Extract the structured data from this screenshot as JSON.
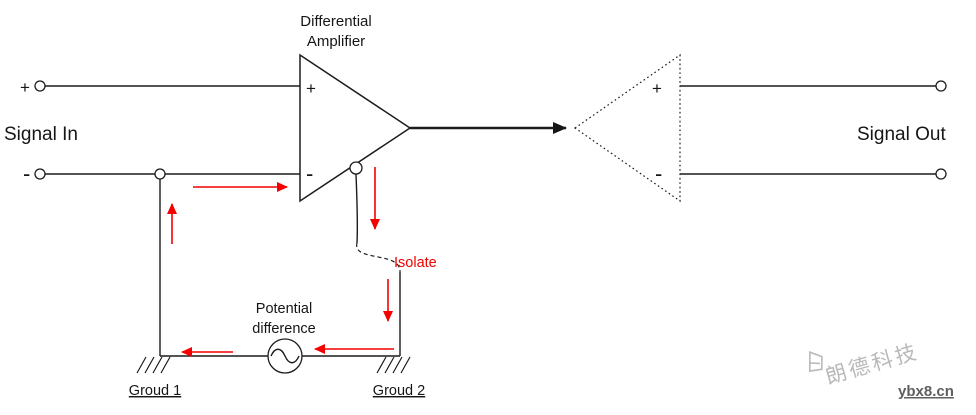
{
  "labels": {
    "amp_title_line1": "Differential",
    "amp_title_line2": "Amplifier",
    "signal_in": "Signal In",
    "signal_out": "Signal Out",
    "plus": "+",
    "minus": "-",
    "isolate": "Isolate",
    "potential_line1": "Potential",
    "potential_line2": "difference",
    "ground1": "Groud 1",
    "ground2": "Groud 2"
  },
  "watermark": {
    "brand": "朗德科技",
    "site": "ybx8.cn"
  },
  "colors": {
    "wire": "#1c1c1c",
    "arrow_red": "#f40000",
    "watermark_gray": "#b9b9b9",
    "watermark_url_gray": "#5f5f5f",
    "background": "#ffffff"
  }
}
